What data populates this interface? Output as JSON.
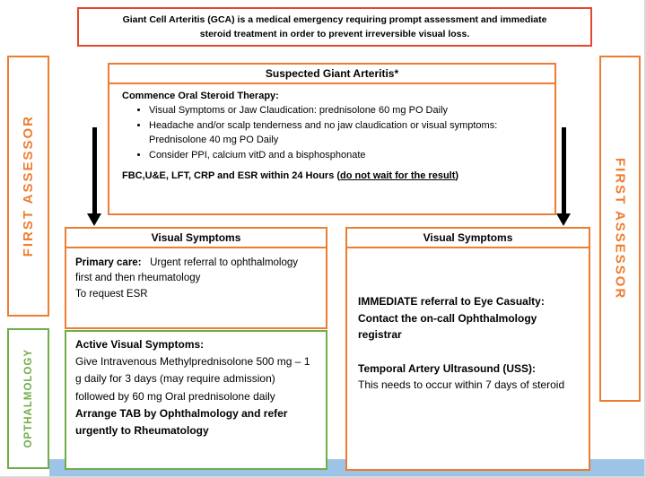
{
  "banner": {
    "text": "Giant Cell Arteritis (GCA) is a medical emergency requiring prompt assessment and immediate\nsteroid treatment in order to prevent irreversible visual loss."
  },
  "rails": {
    "left_top": "FIRST ASSESSOR",
    "left_bottom": "OPTHALMOLOGY",
    "right": "FIRST ASSESSOR"
  },
  "suspected_box": {
    "title": "Suspected Giant Arteritis*",
    "heading": "Commence Oral Steroid Therapy:",
    "bullets": [
      "Visual Symptoms or Jaw Claudication: prednisolone 60 mg PO Daily",
      "Headache and/or scalp tenderness and no jaw claudication or visual symptoms: Prednisolone 40 mg PO Daily",
      "Consider PPI, calcium vitD and a bisphosphonate"
    ],
    "footer_prefix": "FBC,U&E, LFT, CRP and ESR within 24 Hours (",
    "footer_underlined": "do not wait for the result",
    "footer_suffix": ")"
  },
  "primary_care_box": {
    "title": "Visual Symptoms",
    "lead_bold": "Primary care:   ",
    "body": "Urgent referral to ophthalmology first and then rheumatology\nTo request ESR"
  },
  "active_visual_box": {
    "heading": "Active Visual Symptoms:",
    "body": "Give Intravenous Methylprednisolone 500 mg – 1 g daily for 3 days (may require admission) followed by 60 mg Oral prednisolone daily",
    "footer_bold": "Arrange TAB by Ophthalmology and refer urgently to Rheumatology"
  },
  "eye_casualty_box": {
    "title": "Visual Symptoms",
    "bold_1": "IMMEDIATE referral to Eye Casualty:\nContact the on-call Ophthalmology registrar",
    "bold_2": "Temporal Artery Ultrasound (USS):",
    "body": "This needs to occur within 7 days of steroid"
  },
  "colors": {
    "banner_border": "#E5472D",
    "orange": "#ED7D31",
    "green": "#70AD47",
    "blue_bar": "#9DC3E6",
    "arrow": "#000000"
  }
}
